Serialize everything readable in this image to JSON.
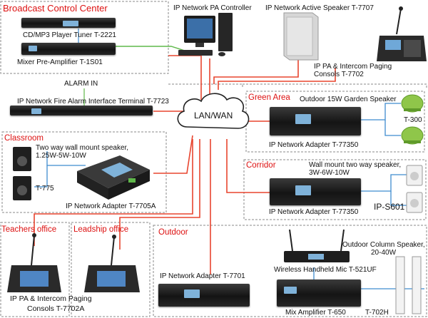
{
  "sections": {
    "broadcast": "Broadcast Control Center",
    "green": "Green Area",
    "classroom": "Classroom",
    "corridor": "Corridor",
    "teachers": "Teachers office",
    "leadship": "Leadship office",
    "outdoor": "Outdoor"
  },
  "cloud_label": "LAN/WAN",
  "labels": {
    "cd_player": "CD/MP3 Player Tuner T-2221",
    "mixer_preamp": "Mixer Pre-Amplifier T-1S01",
    "alarm_in": "ALARM IN",
    "fire_alarm": "IP Network Fire Alarm Interface Terminal T-7723",
    "pa_controller": "IP Network PA Controller",
    "active_speaker": "IP Network Active Speaker T-7707",
    "paging_console_1": "IP PA & Intercom Paging",
    "paging_console_2": "Consols T-7702",
    "garden_speaker": "Outdoor 15W Garden Speaker",
    "t300": "T-300",
    "adapter_green": "IP Network Adapter T-77350",
    "classroom_spk_1": "Two way wall mount speaker,",
    "classroom_spk_2": "1.25W-5W-10W",
    "t775": "T-775",
    "adapter_classroom": "IP Network Adapter T-7705A",
    "corridor_spk_1": "Wall mount two way speaker,",
    "corridor_spk_2": "3W-6W-10W",
    "adapter_corridor": "IP Network Adapter T-77350",
    "ips601": "IP-S601",
    "teachers_console_1": "IP PA & Intercom Paging",
    "teachers_console_2": "Consols T-7702A",
    "column_spk_1": "Outdoor Column Speaker,",
    "column_spk_2": "20-40W",
    "wireless_mic": "Wireless Handheld Mic T-521UF",
    "adapter_outdoor": "IP Network Adapter T-7701",
    "mix_amp": "Mix Amplifier T-650",
    "t702h": "T-702H"
  },
  "colors": {
    "link_red": "#e8452f",
    "link_blue": "#3f8ccf",
    "link_green": "#5fb84a",
    "section_red": "#dd1111"
  }
}
